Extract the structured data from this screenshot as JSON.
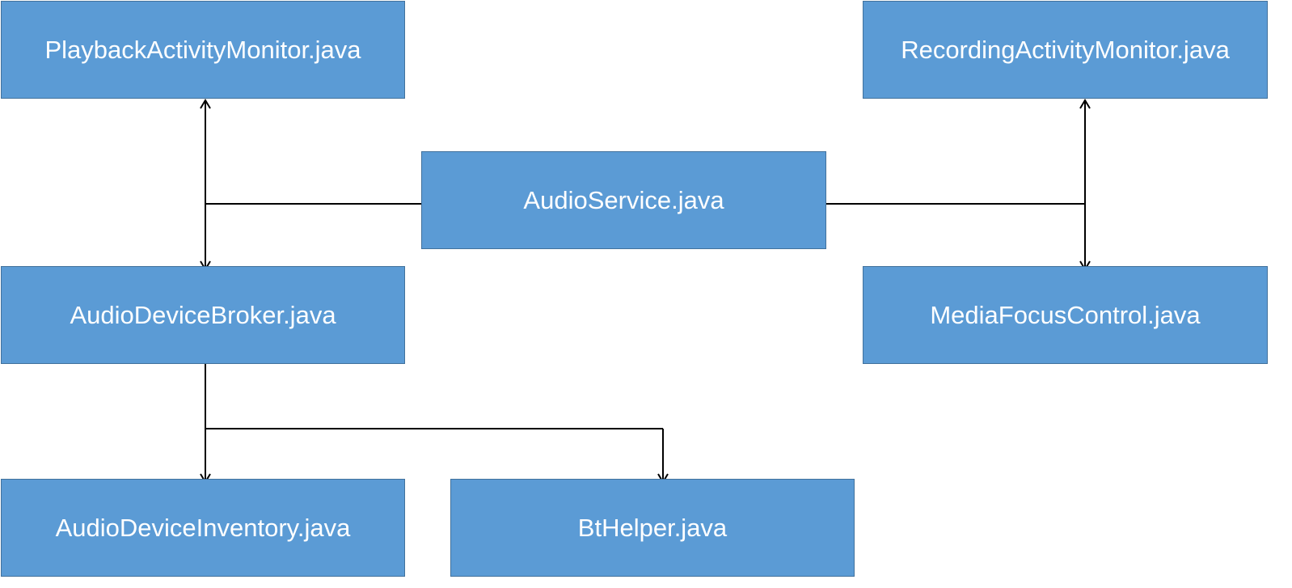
{
  "nodes": {
    "playback": "PlaybackActivityMonitor.java",
    "recording": "RecordingActivityMonitor.java",
    "service": "AudioService.java",
    "broker": "AudioDeviceBroker.java",
    "focus": "MediaFocusControl.java",
    "inventory": "AudioDeviceInventory.java",
    "bthelper": "BtHelper.java"
  },
  "colors": {
    "node_fill": "#5b9bd5",
    "node_border": "#41719c",
    "node_text": "#ffffff",
    "connector": "#000000"
  }
}
